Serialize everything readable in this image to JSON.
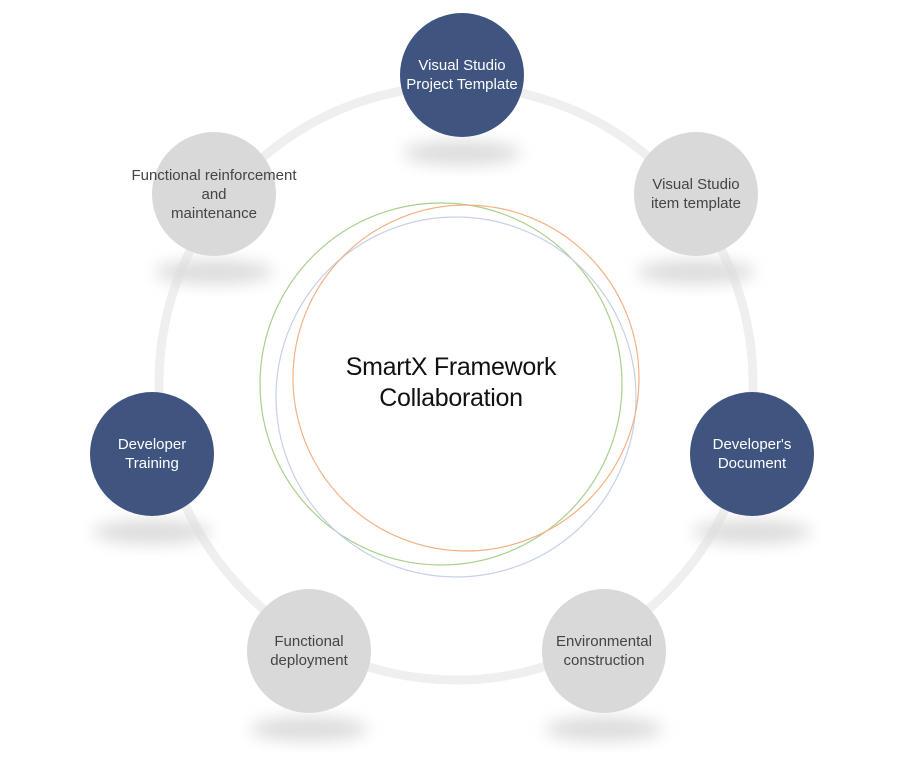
{
  "diagram": {
    "center_title": "SmartX Framework\nCollaboration",
    "nodes": [
      {
        "id": "visual-studio-project-template",
        "label": "Visual Studio\nProject Template",
        "style": "dark"
      },
      {
        "id": "visual-studio-item-template",
        "label": "Visual Studio\nitem template",
        "style": "light"
      },
      {
        "id": "developers-document",
        "label": "Developer's\nDocument",
        "style": "dark"
      },
      {
        "id": "environmental-construction",
        "label": "Environmental\nconstruction",
        "style": "light"
      },
      {
        "id": "functional-deployment",
        "label": "Functional\ndeployment",
        "style": "light"
      },
      {
        "id": "developer-training",
        "label": "Developer\nTraining",
        "style": "dark"
      },
      {
        "id": "functional-reinforcement",
        "label": "Functional reinforcement\nand\nmaintenance",
        "style": "light"
      }
    ]
  },
  "colors": {
    "dark_node": "#3f5580",
    "light_node": "#d9d9d9",
    "ring": "#efefef",
    "shadow": "#dcdcdc",
    "circle_green": "#a9d18e",
    "circle_orange": "#f4b183",
    "circle_blue": "#c5d1e8"
  }
}
